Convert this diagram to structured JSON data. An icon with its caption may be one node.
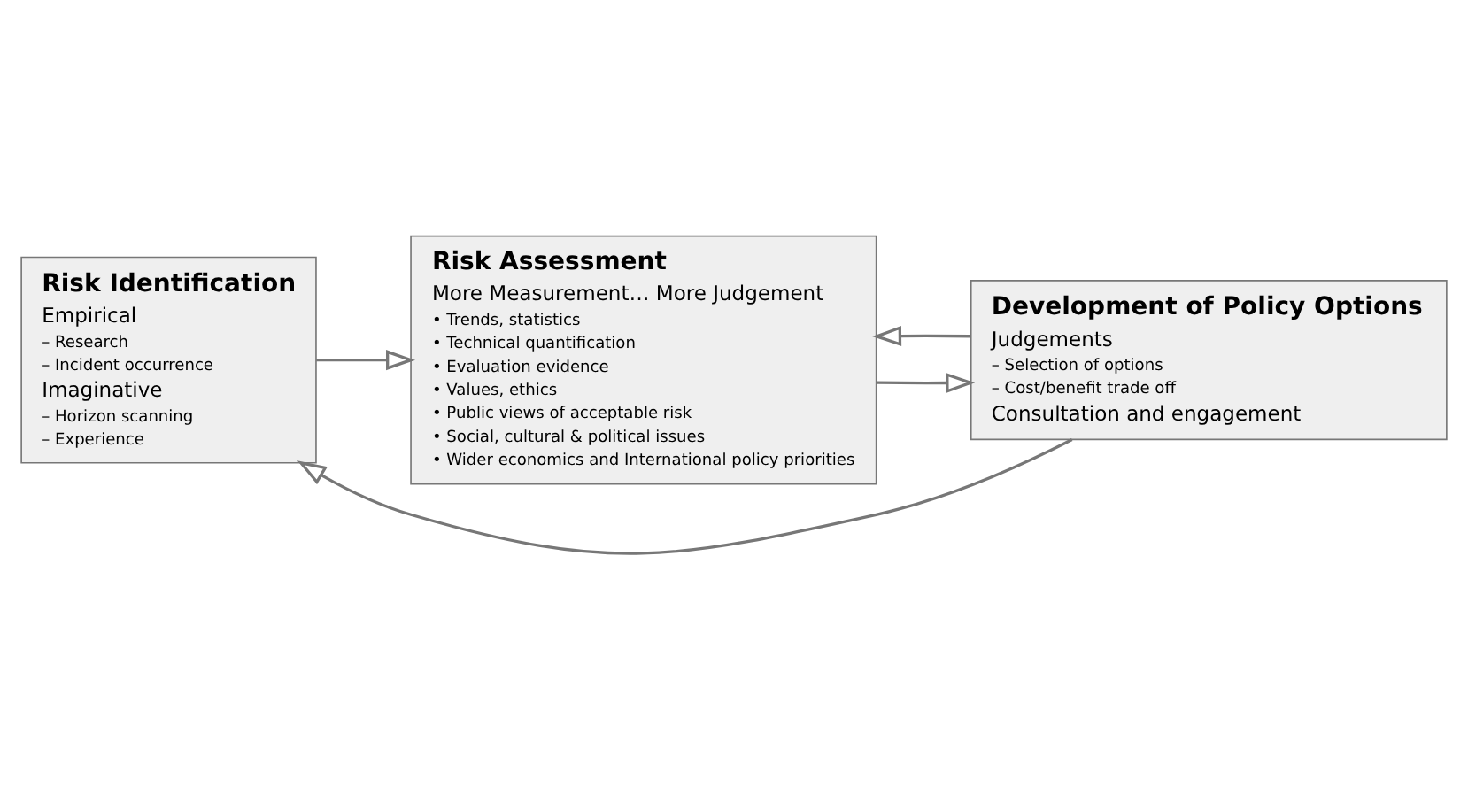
{
  "diagram": {
    "nodes": [
      {
        "text": [
          "Risk Identification",
          "Empirical",
          "– Research",
          "– Incident occurrence",
          "Imaginative",
          "– Horizon scanning",
          "– Experience"
        ]
      },
      {
        "text": [
          "Risk Assessment",
          "More Measurement… More Judgement",
          "• Trends, statistics",
          "• Technical quantification",
          "• Evaluation evidence",
          "• Values, ethics",
          "• Public views of acceptable risk",
          "• Social, cultural & political issues",
          "• Wider economics and International policy priorities"
        ]
      },
      {
        "text": [
          "Development of Policy Options",
          "Judgements",
          "– Selection of options",
          "– Cost/benefit trade off",
          "Consultation and engagement"
        ]
      }
    ],
    "edges": [
      {
        "from": 0,
        "to": 1,
        "arrow": "to"
      },
      {
        "from": 1,
        "to": 2,
        "arrow": "to"
      },
      {
        "from": 2,
        "to": 0,
        "arrow": "to"
      },
      {
        "from": 2,
        "to": 1,
        "arrow": "to"
      }
    ]
  }
}
